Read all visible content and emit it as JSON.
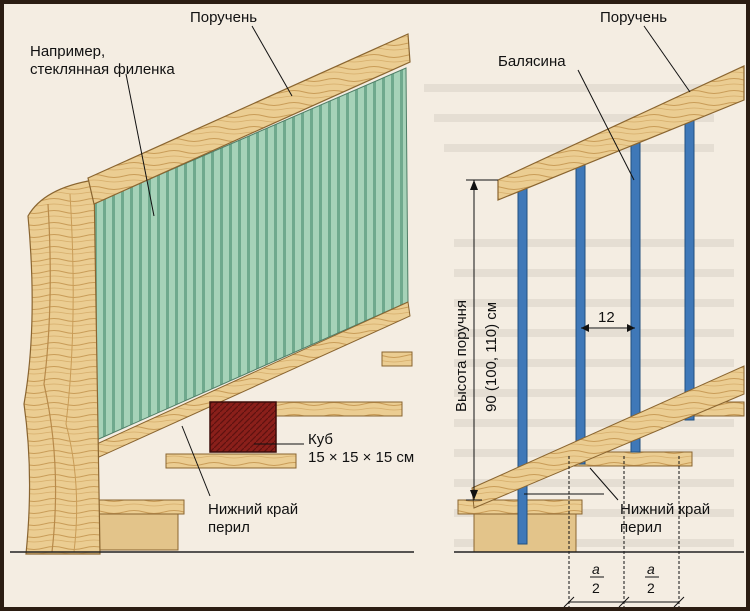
{
  "labels": {
    "left_handrail": "Поручень",
    "right_handrail": "Поручень",
    "glass_panel_line1": "Например,",
    "glass_panel_line2": "стеклянная филенка",
    "baluster": "Балясина",
    "cube_line1": "Куб",
    "cube_line2": "15 × 15 × 15 см",
    "left_bottom_line1": "Нижний край",
    "left_bottom_line2": "перил",
    "right_bottom_line1": "Нижний край",
    "right_bottom_line2": "перил",
    "height_line1": "Высота поручня",
    "height_line2": "90 (100, 110) см",
    "spacing": "12",
    "fraction_num_1": "a",
    "fraction_den_1": "2",
    "fraction_num_2": "a",
    "fraction_den_2": "2"
  },
  "colors": {
    "wood": "#e8c98c",
    "wood_dark": "#b88a4a",
    "glass": "#9ccbb0",
    "baluster": "#3f78b8",
    "cube": "#8a1f1a"
  }
}
